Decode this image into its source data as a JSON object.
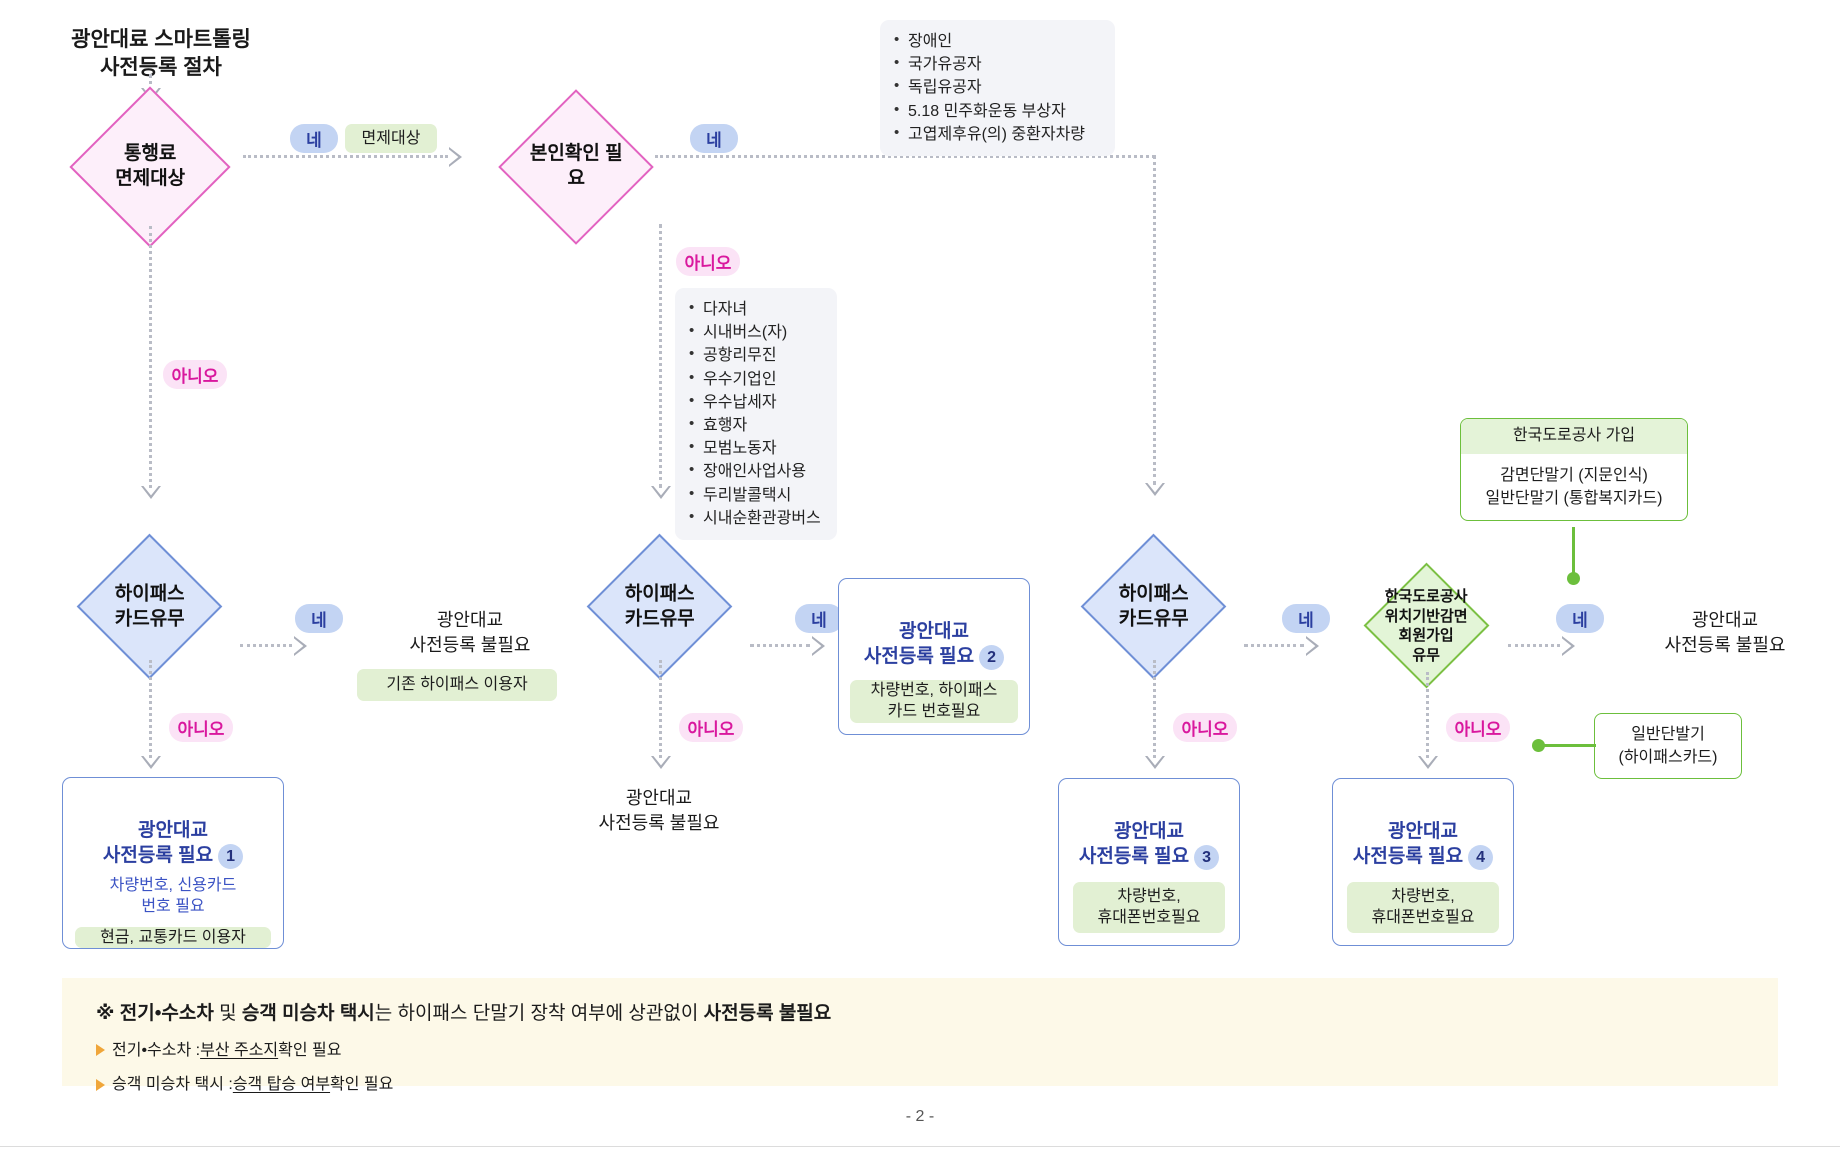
{
  "title": "광안대료 스마트톨링\n사전등록 절차",
  "decisions": {
    "toll_exempt": "통행료\n면제대상",
    "identity_check": "본인확인 필요",
    "hipass_card_1": "하이패스\n카드유무",
    "hipass_card_2": "하이패스\n카드유무",
    "hipass_card_3": "하이패스\n카드유무",
    "ex_member": "한국도로공사\n위치기반감면 회원가입\n유무"
  },
  "labels": {
    "yes": "네",
    "no": "아니오",
    "exempt_target": "면제대상"
  },
  "lists": {
    "identity_yes": [
      "장애인",
      "국가유공자",
      "독립유공자",
      "5.18 민주화운동 부상자",
      "고엽제후유(의) 중환자차량"
    ],
    "identity_no": [
      "다자녀",
      "시내버스(자)",
      "공항리무진",
      "우수기업인",
      "우수납세자",
      "효행자",
      "모범노동자",
      "장애인사업사용",
      "두리발콜택시",
      "시내순환관광버스"
    ]
  },
  "outcomes": {
    "no_register_1": {
      "text": "광안대교\n사전등록 불필요",
      "chip": "기존 하이패스 이용자"
    },
    "no_register_2": {
      "text": "광안대교\n사전등록 불필요"
    },
    "no_register_3": {
      "text": "광안대교\n사전등록 불필요"
    }
  },
  "cards": [
    {
      "head": "광안대교\n사전등록 필요",
      "num": "1",
      "sub": "차량번호, 신용카드\n번호 필요",
      "chip": "현금, 교통카드 이용자"
    },
    {
      "head": "광안대교\n사전등록 필요",
      "num": "2",
      "chip": "차량번호, 하이패스\n카드 번호필요"
    },
    {
      "head": "광안대교\n사전등록 필요",
      "num": "3",
      "chip": "차량번호,\n휴대폰번호필요"
    },
    {
      "head": "광안대교\n사전등록 필요",
      "num": "4",
      "chip": "차량번호,\n휴대폰번호필요"
    }
  ],
  "green_boxes": {
    "ex_join": {
      "head": "한국도로공사 가입",
      "body": "감면단말기 (지문인식)\n일반단말기 (통합복지카드)"
    },
    "general_unit": {
      "body": "일반단발기\n(하이패스카드)"
    }
  },
  "note": {
    "headline_bold_1": "※ 전기•수소차",
    "headline_reg_1": " 및 ",
    "headline_bold_2": "승객 미승차 택시",
    "headline_reg_2": "는 하이패스 단말기 장착 여부에 상관없이 ",
    "headline_bold_3": "사전등록 불필요",
    "row1_pre": "전기•수소차 : ",
    "row1_ul": "부산 주소지",
    "row1_post": " 확인 필요",
    "row2_pre": "승객 미승차 택시 : ",
    "row2_ul": "승객 탑승 여부",
    "row2_post": " 확인 필요"
  },
  "page_number": "- 2 -"
}
